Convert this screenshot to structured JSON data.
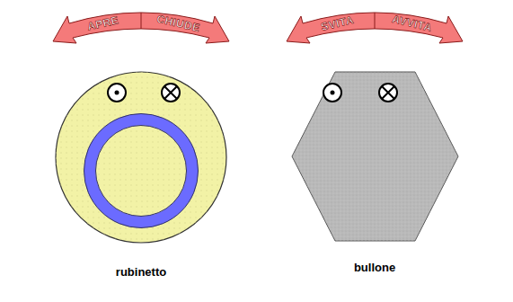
{
  "diagram": {
    "nodes": [
      {
        "text": [
          "APRE",
          "CHIUDE"
        ]
      },
      {
        "text": [
          "SVITA",
          "AVVITA"
        ]
      }
    ],
    "edges": [],
    "labels": [
      "rubinetto",
      "bullone"
    ]
  }
}
